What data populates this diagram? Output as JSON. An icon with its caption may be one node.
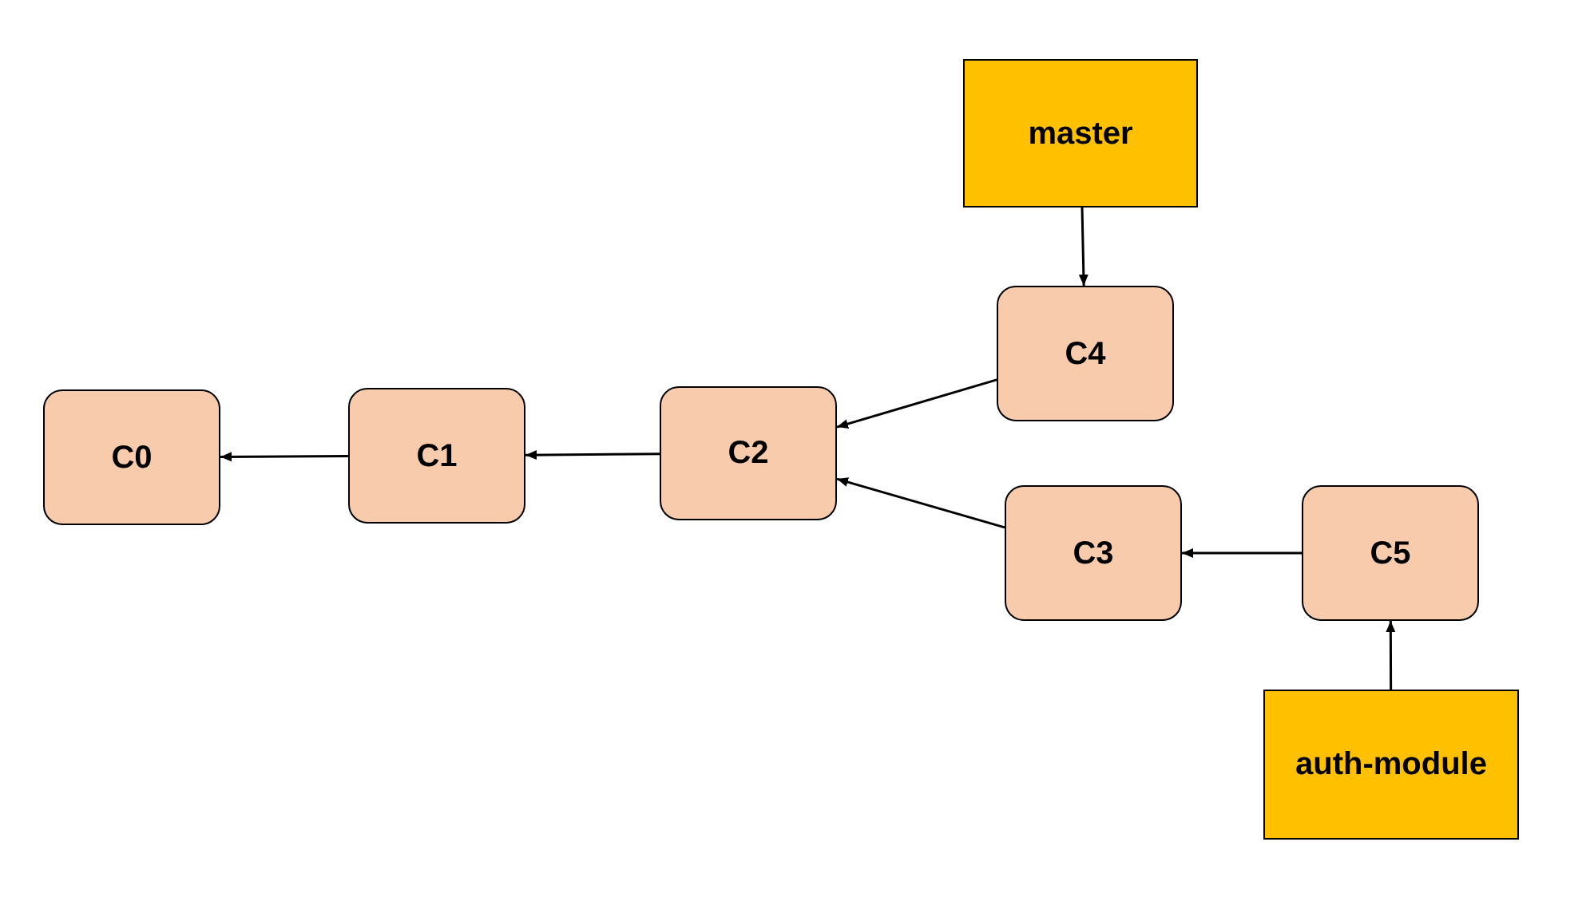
{
  "diagram": {
    "nodes": [
      {
        "text": [
          "master"
        ]
      },
      {
        "text": [
          "C4"
        ]
      },
      {
        "text": [
          "C0"
        ]
      },
      {
        "text": [
          "C1"
        ]
      },
      {
        "text": [
          "C2"
        ]
      },
      {
        "text": [
          "C3"
        ]
      },
      {
        "text": [
          "C5"
        ]
      },
      {
        "text": [
          "auth-module"
        ]
      }
    ],
    "edges": [
      {
        "from": 0,
        "to": 1,
        "arrow": "to"
      },
      {
        "from": 1,
        "to": 4,
        "arrow": "to"
      },
      {
        "from": 5,
        "to": 4,
        "arrow": "to"
      },
      {
        "from": 4,
        "to": 3,
        "arrow": "to"
      },
      {
        "from": 3,
        "to": 2,
        "arrow": "to"
      },
      {
        "from": 6,
        "to": 5,
        "arrow": "to"
      },
      {
        "from": 7,
        "to": 6,
        "arrow": "to"
      }
    ]
  }
}
